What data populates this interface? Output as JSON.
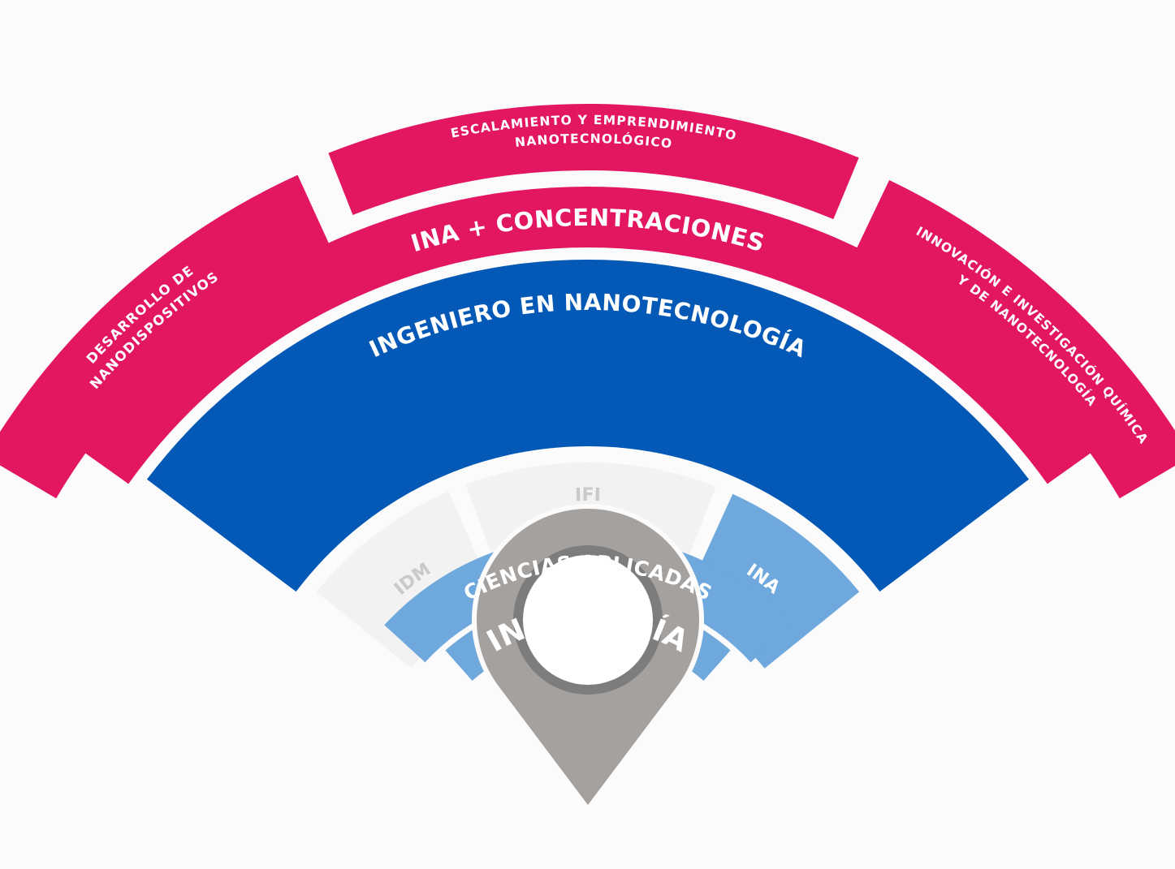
{
  "colors": {
    "background": "#fbfbfb",
    "magenta": "#e31761",
    "dark_blue": "#0459b7",
    "light_blue": "#6ea8dc",
    "light_gray": "#f2f2f2",
    "label_gray": "#c9c9c9",
    "pin_gray": "#a4a19f",
    "pin_ring": "#7e7d7d",
    "white": "#ffffff"
  },
  "icons": {
    "pin": "location-pin-icon"
  },
  "concentrations": {
    "left": [
      "DESARROLLO DE",
      "NANODISPOSITIVOS"
    ],
    "top": [
      "ESCALAMIENTO Y EMPRENDIMIENTO",
      "NANOTECNOLÓGICO"
    ],
    "right": [
      "INNOVACIÓN E INVESTIGACIÓN QUÍMICA",
      "Y DE NANOTECNOLOGÍA"
    ]
  },
  "band_ina_concentraciones": "INA + CONCENTRACIONES",
  "band_ingeniero": "INGENIERO EN NANOTECNOLOGÍA",
  "programs": {
    "idm": "IDM",
    "ifi": "IFI",
    "ina": "INA"
  },
  "band_ciencias": "CIENCIAS APLICADAS",
  "band_ingenieria": "INGENIERÍA"
}
